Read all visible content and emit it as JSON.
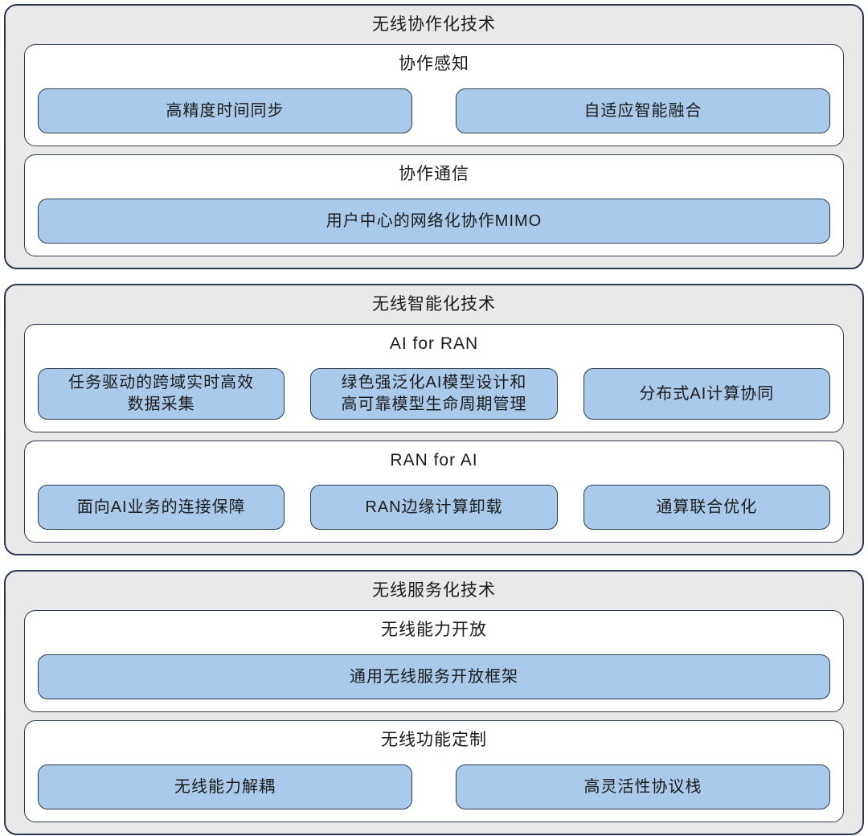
{
  "diagram": {
    "colors": {
      "panel_background": "#e9e9e9",
      "section_background": "#ffffff",
      "box_fill": "#a9caeb",
      "border": "#2e3a4e",
      "text": "#1b1b1b"
    },
    "panels": [
      {
        "title": "无线协作化技术",
        "sections": [
          {
            "title": "协作感知",
            "boxes": [
              "高精度时间同步",
              "自适应智能融合"
            ]
          },
          {
            "title": "协作通信",
            "boxes": [
              "用户中心的网络化协作MIMO"
            ]
          }
        ]
      },
      {
        "title": "无线智能化技术",
        "sections": [
          {
            "title": "AI for RAN",
            "boxes": [
              "任务驱动的跨域实时高效\n数据采集",
              "绿色强泛化AI模型设计和\n高可靠模型生命周期管理",
              "分布式AI计算协同"
            ]
          },
          {
            "title": "RAN for AI",
            "boxes": [
              "面向AI业务的连接保障",
              "RAN边缘计算卸载",
              "通算联合优化"
            ]
          }
        ]
      },
      {
        "title": "无线服务化技术",
        "sections": [
          {
            "title": "无线能力开放",
            "boxes": [
              "通用无线服务开放框架"
            ]
          },
          {
            "title": "无线功能定制",
            "boxes": [
              "无线能力解耦",
              "高灵活性协议栈"
            ]
          }
        ]
      }
    ]
  }
}
